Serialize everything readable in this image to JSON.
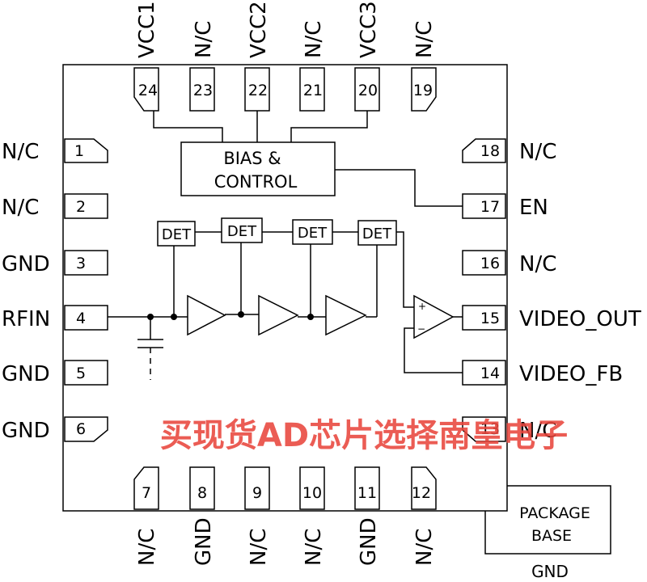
{
  "chip": {
    "top_pins": [
      {
        "num": "24",
        "name": "VCC1"
      },
      {
        "num": "23",
        "name": "N/C"
      },
      {
        "num": "22",
        "name": "VCC2"
      },
      {
        "num": "21",
        "name": "N/C"
      },
      {
        "num": "20",
        "name": "VCC3"
      },
      {
        "num": "19",
        "name": "N/C"
      }
    ],
    "left_pins": [
      {
        "num": "1",
        "name": "N/C"
      },
      {
        "num": "2",
        "name": "N/C"
      },
      {
        "num": "3",
        "name": "GND"
      },
      {
        "num": "4",
        "name": "RFIN"
      },
      {
        "num": "5",
        "name": "GND"
      },
      {
        "num": "6",
        "name": "GND"
      }
    ],
    "right_pins": [
      {
        "num": "18",
        "name": "N/C"
      },
      {
        "num": "17",
        "name": "EN"
      },
      {
        "num": "16",
        "name": "N/C"
      },
      {
        "num": "15",
        "name": "VIDEO_OUT"
      },
      {
        "num": "14",
        "name": "VIDEO_FB"
      },
      {
        "num": "13",
        "name": "N/C"
      }
    ],
    "bottom_pins": [
      {
        "num": "7",
        "name": "N/C"
      },
      {
        "num": "8",
        "name": "GND"
      },
      {
        "num": "9",
        "name": "N/C"
      },
      {
        "num": "10",
        "name": "N/C"
      },
      {
        "num": "11",
        "name": "GND"
      },
      {
        "num": "12",
        "name": "N/C"
      }
    ]
  },
  "blocks": {
    "bias_line1": "BIAS &",
    "bias_line2": "CONTROL",
    "detectors": [
      "DET",
      "DET",
      "DET",
      "DET"
    ],
    "opamp_plus": "+",
    "opamp_minus": "−"
  },
  "package": {
    "line1": "PACKAGE",
    "line2": "BASE",
    "gnd": "GND"
  },
  "watermark": "买现货AD芯片选择南皇电子",
  "colors": {
    "watermark": "#e8453c"
  }
}
